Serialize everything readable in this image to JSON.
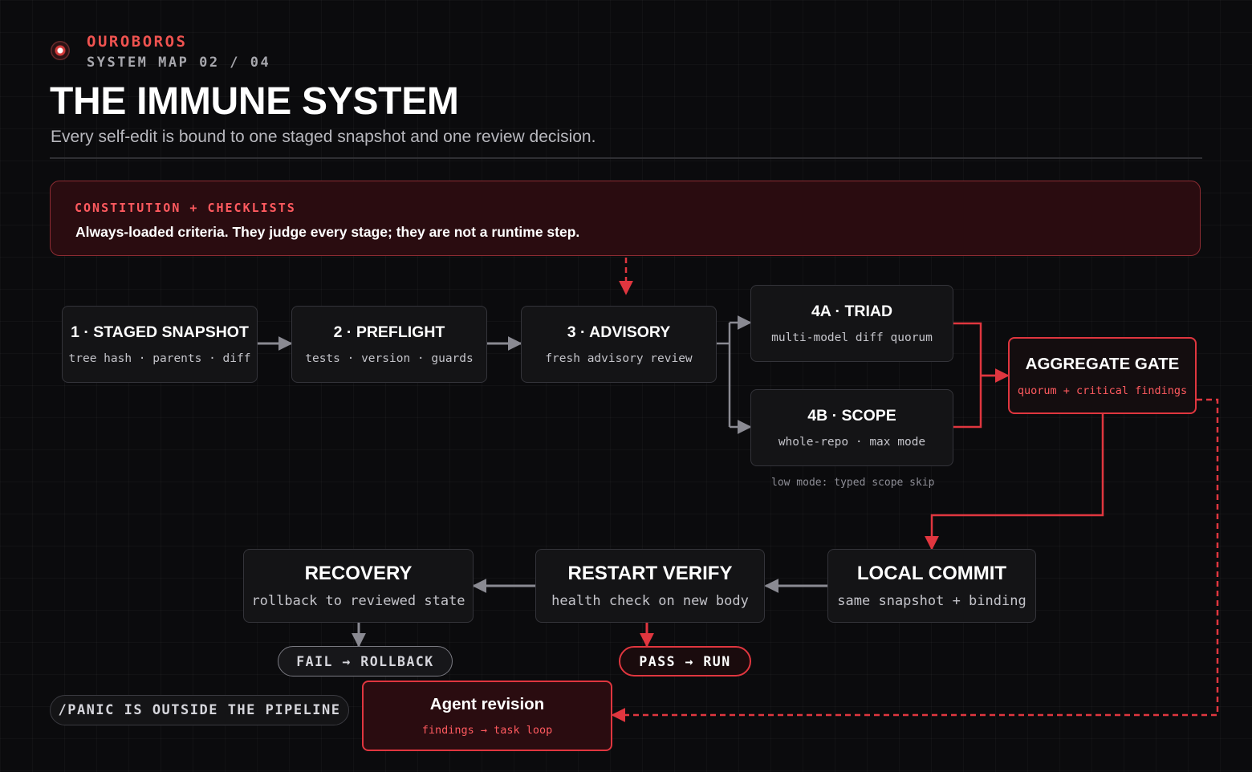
{
  "header": {
    "brand": "OUROBOROS",
    "kicker": "SYSTEM MAP 02 / 04",
    "title": "THE IMMUNE SYSTEM",
    "subtitle": "Every self-edit is bound to one staged snapshot and one review decision."
  },
  "banner": {
    "kicker": "CONSTITUTION + CHECKLISTS",
    "text": "Always-loaded criteria. They judge every stage; they are not a runtime step."
  },
  "nodes": {
    "staged_snapshot": {
      "title": "1 · STAGED SNAPSHOT",
      "subtitle": "tree hash · parents · diff"
    },
    "preflight": {
      "title": "2 · PREFLIGHT",
      "subtitle": "tests · version · guards"
    },
    "advisory": {
      "title": "3 · ADVISORY",
      "subtitle": "fresh advisory review"
    },
    "triad": {
      "title": "4A · TRIAD",
      "subtitle": "multi-model diff quorum"
    },
    "scope": {
      "title": "4B · SCOPE",
      "subtitle": "whole-repo · max mode"
    },
    "aggregate_gate": {
      "title": "AGGREGATE GATE",
      "subtitle": "quorum + critical findings"
    },
    "local_commit": {
      "title": "LOCAL COMMIT",
      "subtitle": "same snapshot + binding"
    },
    "restart_verify": {
      "title": "RESTART VERIFY",
      "subtitle": "health check on new body"
    },
    "recovery": {
      "title": "RECOVERY",
      "subtitle": "rollback to reviewed state"
    },
    "agent_revision": {
      "title": "Agent revision",
      "subtitle": "findings → task loop"
    }
  },
  "notes": {
    "scope_skip": "low mode: typed scope skip"
  },
  "pills": {
    "fail": "FAIL → ROLLBACK",
    "pass": "PASS → RUN",
    "panic": "/PANIC IS OUTSIDE THE PIPELINE"
  },
  "colors": {
    "background": "#0b0b0d",
    "accent_red": "#e0363f",
    "gray_arrow": "#8a8a92"
  }
}
